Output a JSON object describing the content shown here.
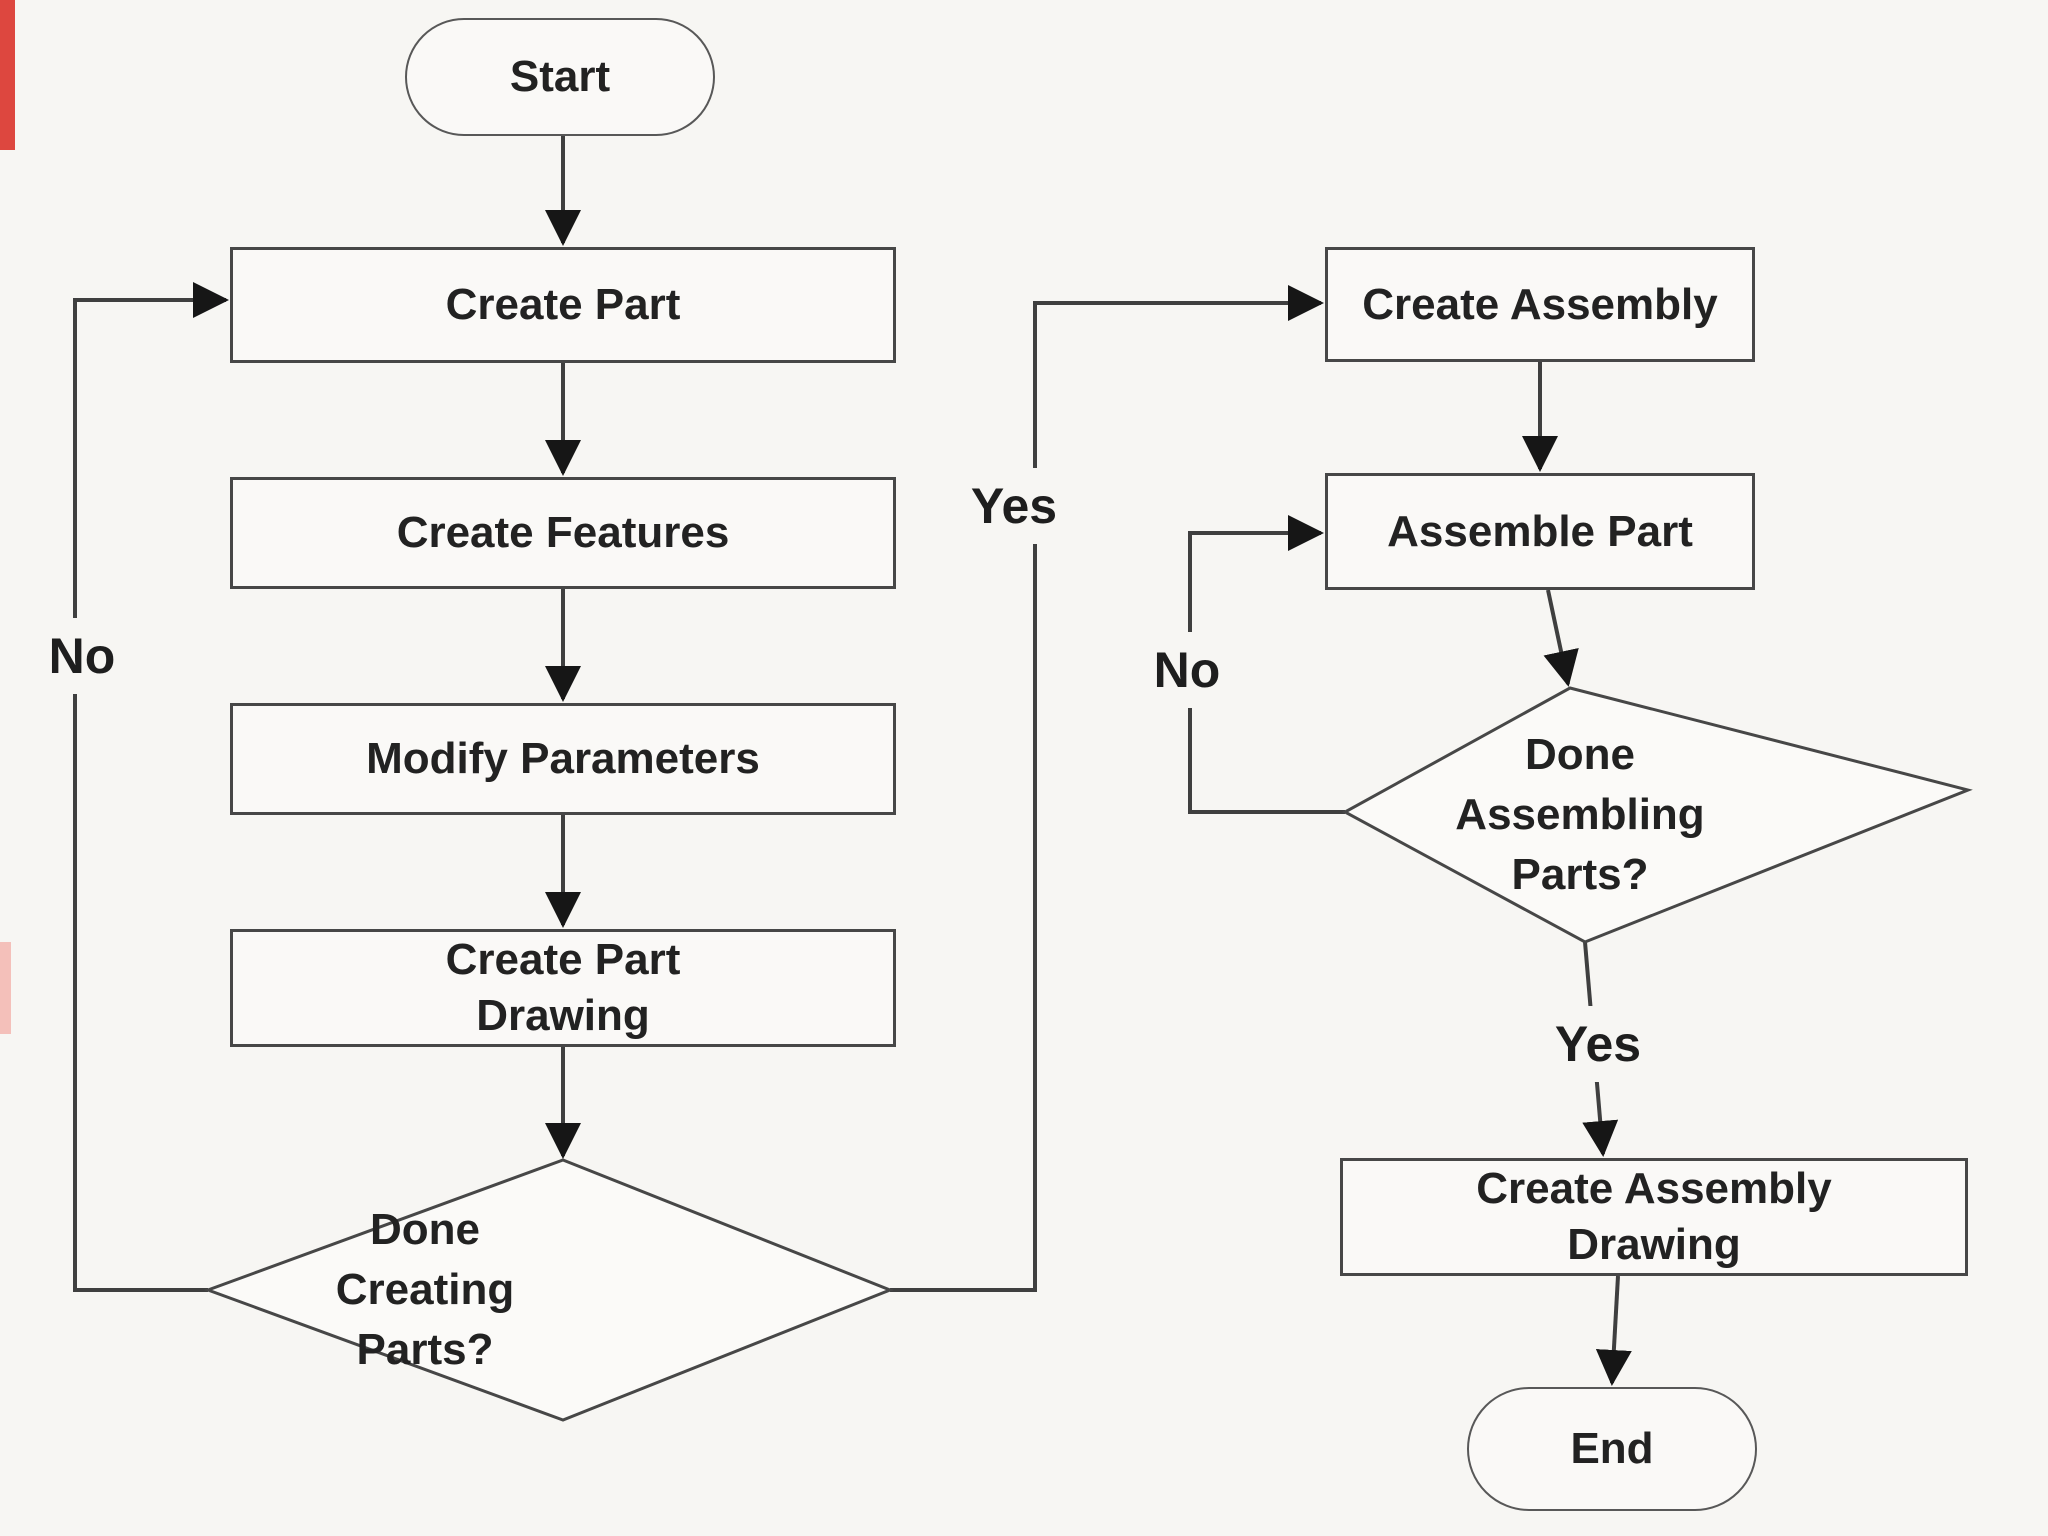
{
  "diagram": {
    "type": "flowchart",
    "nodes": {
      "start": {
        "label": "Start",
        "shape": "terminal"
      },
      "create_part": {
        "label": "Create Part",
        "shape": "process"
      },
      "create_features": {
        "label": "Create Features",
        "shape": "process"
      },
      "modify_parameters": {
        "label": "Modify Parameters",
        "shape": "process"
      },
      "create_part_drawing": {
        "label": "Create Part\nDrawing",
        "shape": "process"
      },
      "done_creating_parts": {
        "label": "Done\nCreating\nParts?",
        "shape": "decision"
      },
      "create_assembly": {
        "label": "Create Assembly",
        "shape": "process"
      },
      "assemble_part": {
        "label": "Assemble Part",
        "shape": "process"
      },
      "done_assembling_parts": {
        "label": "Done\nAssembling\nParts?",
        "shape": "decision"
      },
      "create_assembly_drawing": {
        "label": "Create Assembly\nDrawing",
        "shape": "process"
      },
      "end": {
        "label": "End",
        "shape": "terminal"
      }
    },
    "edge_labels": {
      "no_left": "No",
      "yes_left": "Yes",
      "no_right": "No",
      "yes_right": "Yes"
    },
    "colors": {
      "background": "#f7f6f3",
      "line": "#3f3f3f",
      "border": "#474747",
      "text": "#222222",
      "arrowhead": "#161616",
      "edge_artifact_red": "#d9342b"
    }
  }
}
